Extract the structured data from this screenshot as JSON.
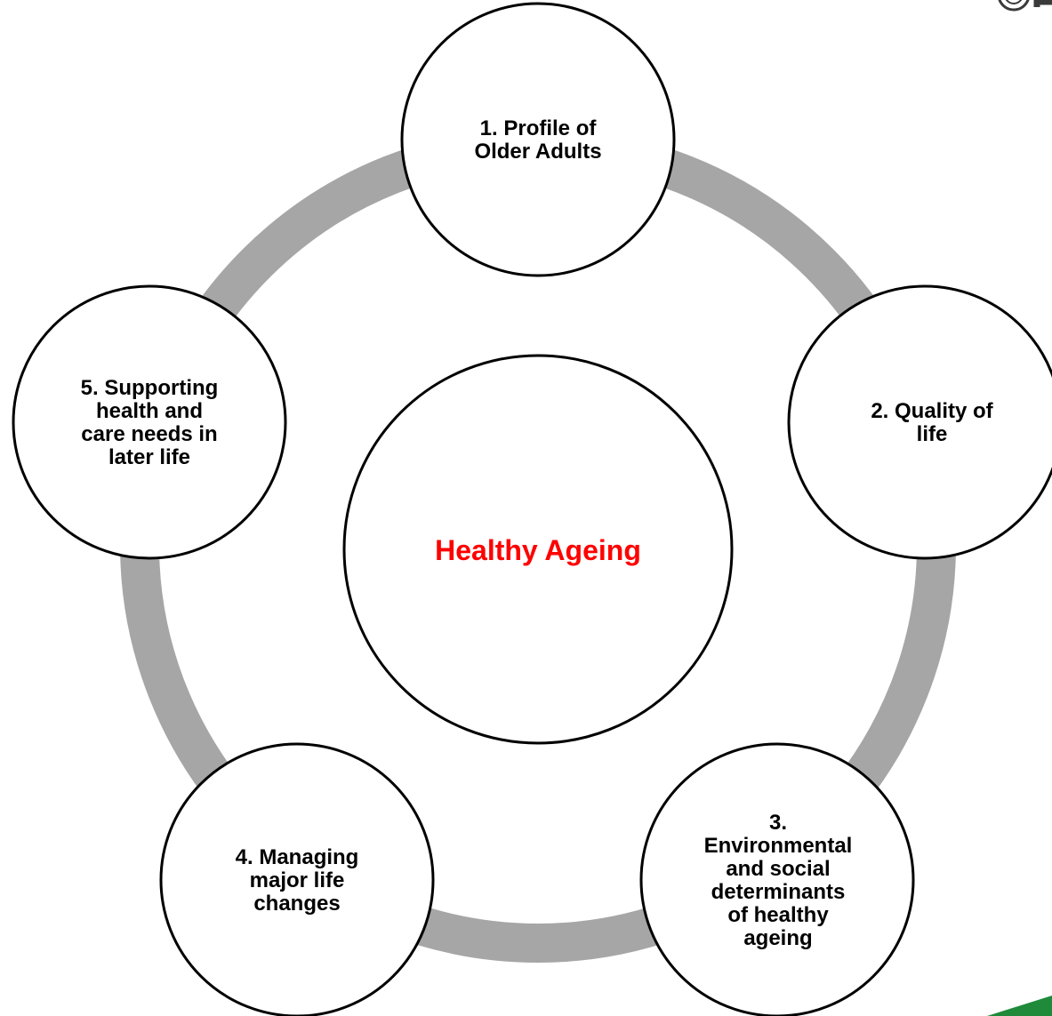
{
  "colors": {
    "ring": "#a6a6a6",
    "circle_stroke": "#000000",
    "circle_fill": "#ffffff",
    "center_text": "#ff0000",
    "node_text": "#000000",
    "corner_logo": "#3a3a3a",
    "corner_brand_green": "#1e8a3a"
  },
  "center": {
    "label": "Healthy Ageing"
  },
  "nodes": [
    {
      "lines": [
        "1. Profile of",
        "Older Adults"
      ]
    },
    {
      "lines": [
        "2. Quality of",
        "life"
      ]
    },
    {
      "lines": [
        "3.",
        "Environmental",
        "and social",
        "determinants",
        "of healthy",
        "ageing"
      ]
    },
    {
      "lines": [
        "4. Managing",
        "major life",
        "changes"
      ]
    },
    {
      "lines": [
        "5. Supporting",
        "health and",
        "care needs in",
        "later life"
      ]
    }
  ],
  "corner_mark": {
    "icon": "seal-icon"
  }
}
